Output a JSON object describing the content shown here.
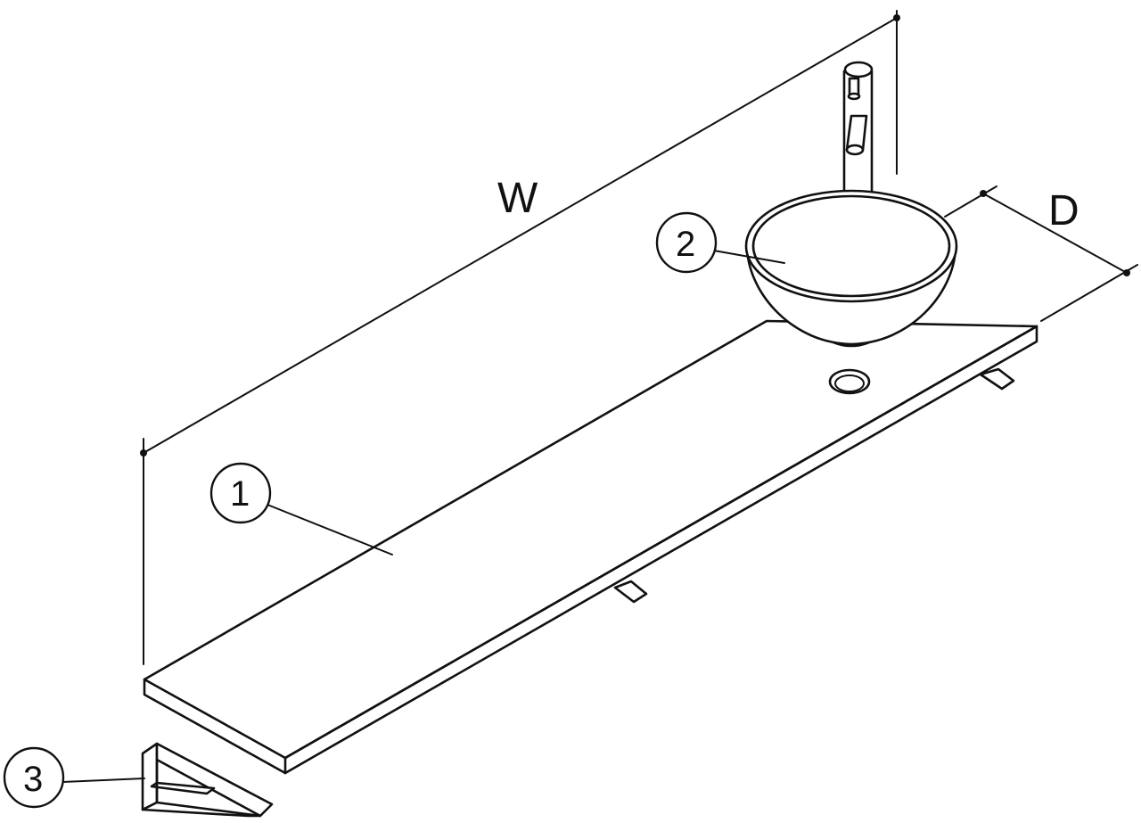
{
  "dimensions": {
    "width_label": "W",
    "depth_label": "D"
  },
  "callouts": [
    {
      "number": "1"
    },
    {
      "number": "2"
    },
    {
      "number": "3"
    }
  ]
}
